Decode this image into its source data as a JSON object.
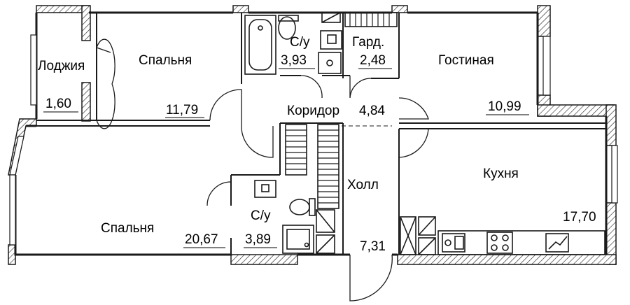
{
  "rooms": {
    "loggia": {
      "name": "Лоджия",
      "area": "1,60"
    },
    "bedroom_top": {
      "name": "Спальня",
      "area": "11,79"
    },
    "bath_top": {
      "name": "С/у",
      "area": "3,93"
    },
    "wardrobe": {
      "name": "Гард.",
      "area": "2,48"
    },
    "living": {
      "name": "Гостиная",
      "area": "10,99"
    },
    "corridor": {
      "name": "Коридор",
      "area": "4,84"
    },
    "hall": {
      "name": "Холл",
      "area": "7,31"
    },
    "kitchen": {
      "name": "Кухня",
      "area": "17,70"
    },
    "bedroom_bottom": {
      "name": "Спальня",
      "area": "20,67"
    },
    "bath_bottom": {
      "name": "С/у",
      "area": "3,89"
    }
  }
}
